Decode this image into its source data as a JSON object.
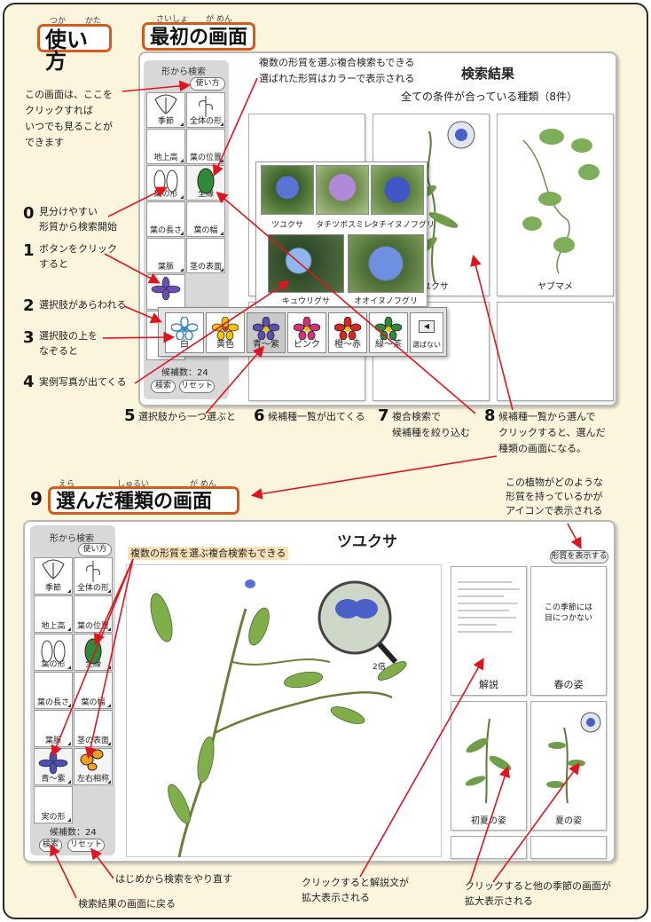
{
  "titles": {
    "usage": "使い方",
    "usage_ruby1": "つか",
    "usage_ruby2": "かた",
    "first_screen": "最初の画面",
    "first_ruby1": "さいしょ",
    "first_ruby2": "が めん",
    "selected_screen": "選んだ種類の画面",
    "sel_ruby1": "えら",
    "sel_ruby2": "しゅるい",
    "sel_ruby3": "が めん",
    "selected_num": "9"
  },
  "notes": {
    "help": [
      "この画面は、ここを",
      "クリックすれば",
      "いつでも見ることが",
      "できます"
    ],
    "multi1": "複数の形質を選ぶ複合検索もできる",
    "multi2": "選ばれた形質はカラーで表示される",
    "multi3": "複数の形質を選ぶ複合検索もできる",
    "icon_note": [
      "この植物がどのような",
      "形質を持っているかが",
      "アイコンで表示される"
    ],
    "reset_note": "はじめから検索をやり直す",
    "back_note": "検索結果の画面に戻る",
    "desc_note": [
      "クリックすると解説文が",
      "拡大表示される"
    ],
    "season_note": [
      "クリックすると他の季節の画面が",
      "拡大表示される"
    ]
  },
  "steps": [
    {
      "n": "0",
      "lines": [
        "見分けやすい",
        "形質から検索開始"
      ]
    },
    {
      "n": "1",
      "lines": [
        "ボタンをクリック",
        "すると"
      ]
    },
    {
      "n": "2",
      "lines": [
        "選択肢があらわれる"
      ]
    },
    {
      "n": "3",
      "lines": [
        "選択肢の上を",
        "なぞると"
      ]
    },
    {
      "n": "4",
      "lines": [
        "実例写真が出てくる"
      ]
    },
    {
      "n": "5",
      "lines": [
        "選択肢から一つ選ぶと"
      ]
    },
    {
      "n": "6",
      "lines": [
        "候補種一覧が出てくる"
      ]
    },
    {
      "n": "7",
      "lines": [
        "複合検索で",
        "候補種を絞り込む"
      ]
    },
    {
      "n": "8",
      "lines": [
        "候補種一覧から選んで",
        "クリックすると、選んだ",
        "種類の画面になる。"
      ]
    }
  ],
  "sidebar": {
    "header": "形から検索",
    "help_button": "使い方",
    "cells": [
      "季節",
      "全体の形",
      "地上高",
      "葉の位置",
      "葉の形",
      "全縁",
      "葉の長さ",
      "葉の幅",
      "葉脈",
      "茎の表面"
    ],
    "count": "候補数：24",
    "search": "検索",
    "reset": "リセット"
  },
  "sidebar2": {
    "header": "形から検索",
    "help_button": "使い方",
    "cells": [
      "季節",
      "全体の形",
      "地上高",
      "葉の位置",
      "葉の形",
      "全縁",
      "葉の長さ",
      "葉の幅",
      "葉脈",
      "茎の表面",
      "青～紫",
      "左右相称",
      "実の形"
    ],
    "count": "候補数：24",
    "search": "検索",
    "reset": "リセット"
  },
  "results": {
    "title": "検索結果",
    "subtitle": "全ての条件が合っている種類（8件）",
    "thumbs": [
      "ツユクサ",
      "ヤブマメ"
    ]
  },
  "examples": [
    "ツユクサ",
    "タチツボスミレ",
    "タチイヌノフグリ",
    "キュウリグサ",
    "オオイヌノフグリ"
  ],
  "choices": [
    "白",
    "黄色",
    "青～紫",
    "ピンク",
    "橙～赤",
    "緑～茶",
    "選ばない"
  ],
  "species": {
    "name": "ツユクサ",
    "traits_button": "形質を表示する",
    "magnify": "2倍",
    "cards": [
      "解説",
      "春の姿",
      "初夏の姿",
      "夏の姿"
    ],
    "spring_text": [
      "この季節には",
      "目につかない"
    ]
  },
  "colors": {
    "accent": "#d65a1a",
    "arrow": "#e0141e",
    "bg": "#fbf5dd"
  }
}
